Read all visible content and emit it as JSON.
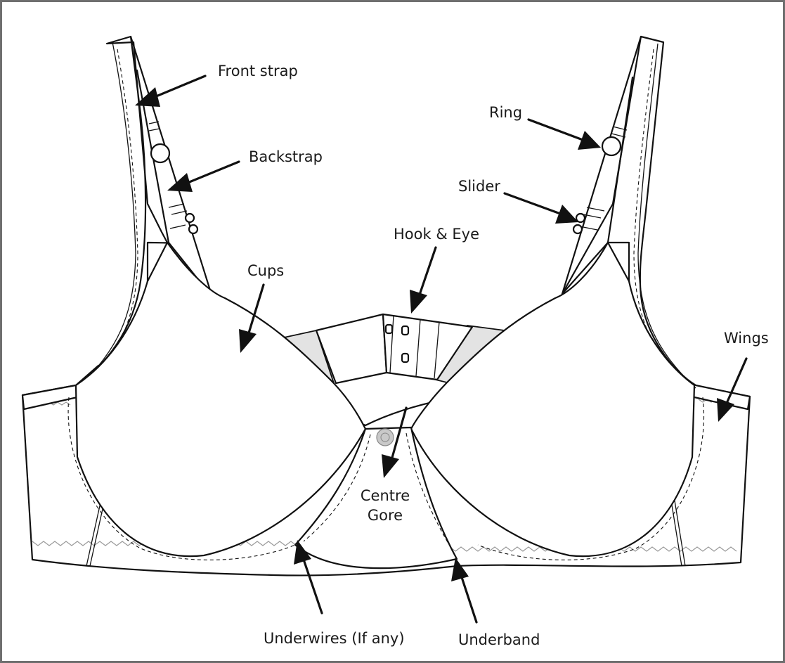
{
  "labels": {
    "front_strap": "Front strap",
    "backstrap": "Backstrap",
    "ring": "Ring",
    "slider": "Slider",
    "hook_eye": "Hook & Eye",
    "cups": "Cups",
    "wings": "Wings",
    "centre_gore_line1": "Centre",
    "centre_gore_line2": "Gore",
    "underwires": "Underwires (If any)",
    "underband": "Underband"
  },
  "colors": {
    "ink": "#111111",
    "panel_fill": "#e3e3e3",
    "frame_border": "#6f6f6f"
  }
}
